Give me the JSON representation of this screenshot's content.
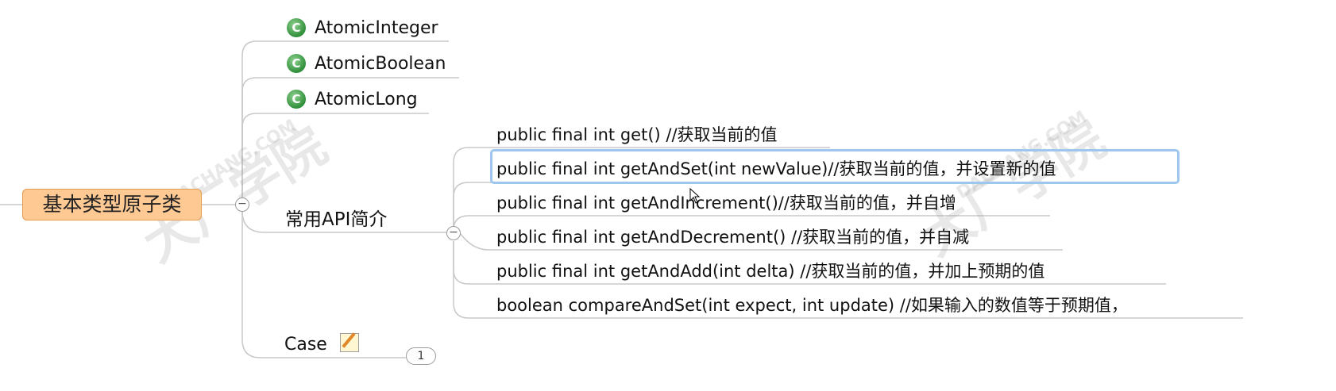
{
  "root": {
    "label": "基本类型原子类",
    "collapse_symbol": "−"
  },
  "classes": [
    {
      "label": "AtomicInteger",
      "icon": "class-icon"
    },
    {
      "label": "AtomicBoolean",
      "icon": "class-icon"
    },
    {
      "label": "AtomicLong",
      "icon": "class-icon"
    }
  ],
  "class_icon_glyph": "C",
  "api_group": {
    "label": "常用API简介",
    "collapse_symbol": "−"
  },
  "api_items": [
    "public final int get() //获取当前的值",
    "public final int getAndSet(int newValue)//获取当前的值，并设置新的值",
    "public final int getAndIncrement()//获取当前的值，并自增",
    "public final int getAndDecrement() //获取当前的值，并自减",
    "public final int getAndAdd(int delta) //获取当前的值，并加上预期的值",
    "boolean compareAndSet(int expect, int update) //如果输入的数值等于预期值，"
  ],
  "selected_index": 1,
  "case_node": {
    "label": "Case",
    "icon": "note-icon",
    "badge_count": "1"
  },
  "watermarks": {
    "logo_text": "大厂学院",
    "url_text": "DACHANG.COM"
  },
  "colors": {
    "root_fill": "#ffc994",
    "root_border": "#e59a52",
    "selection": "#9fc7ee",
    "line": "#c8c8c8"
  }
}
